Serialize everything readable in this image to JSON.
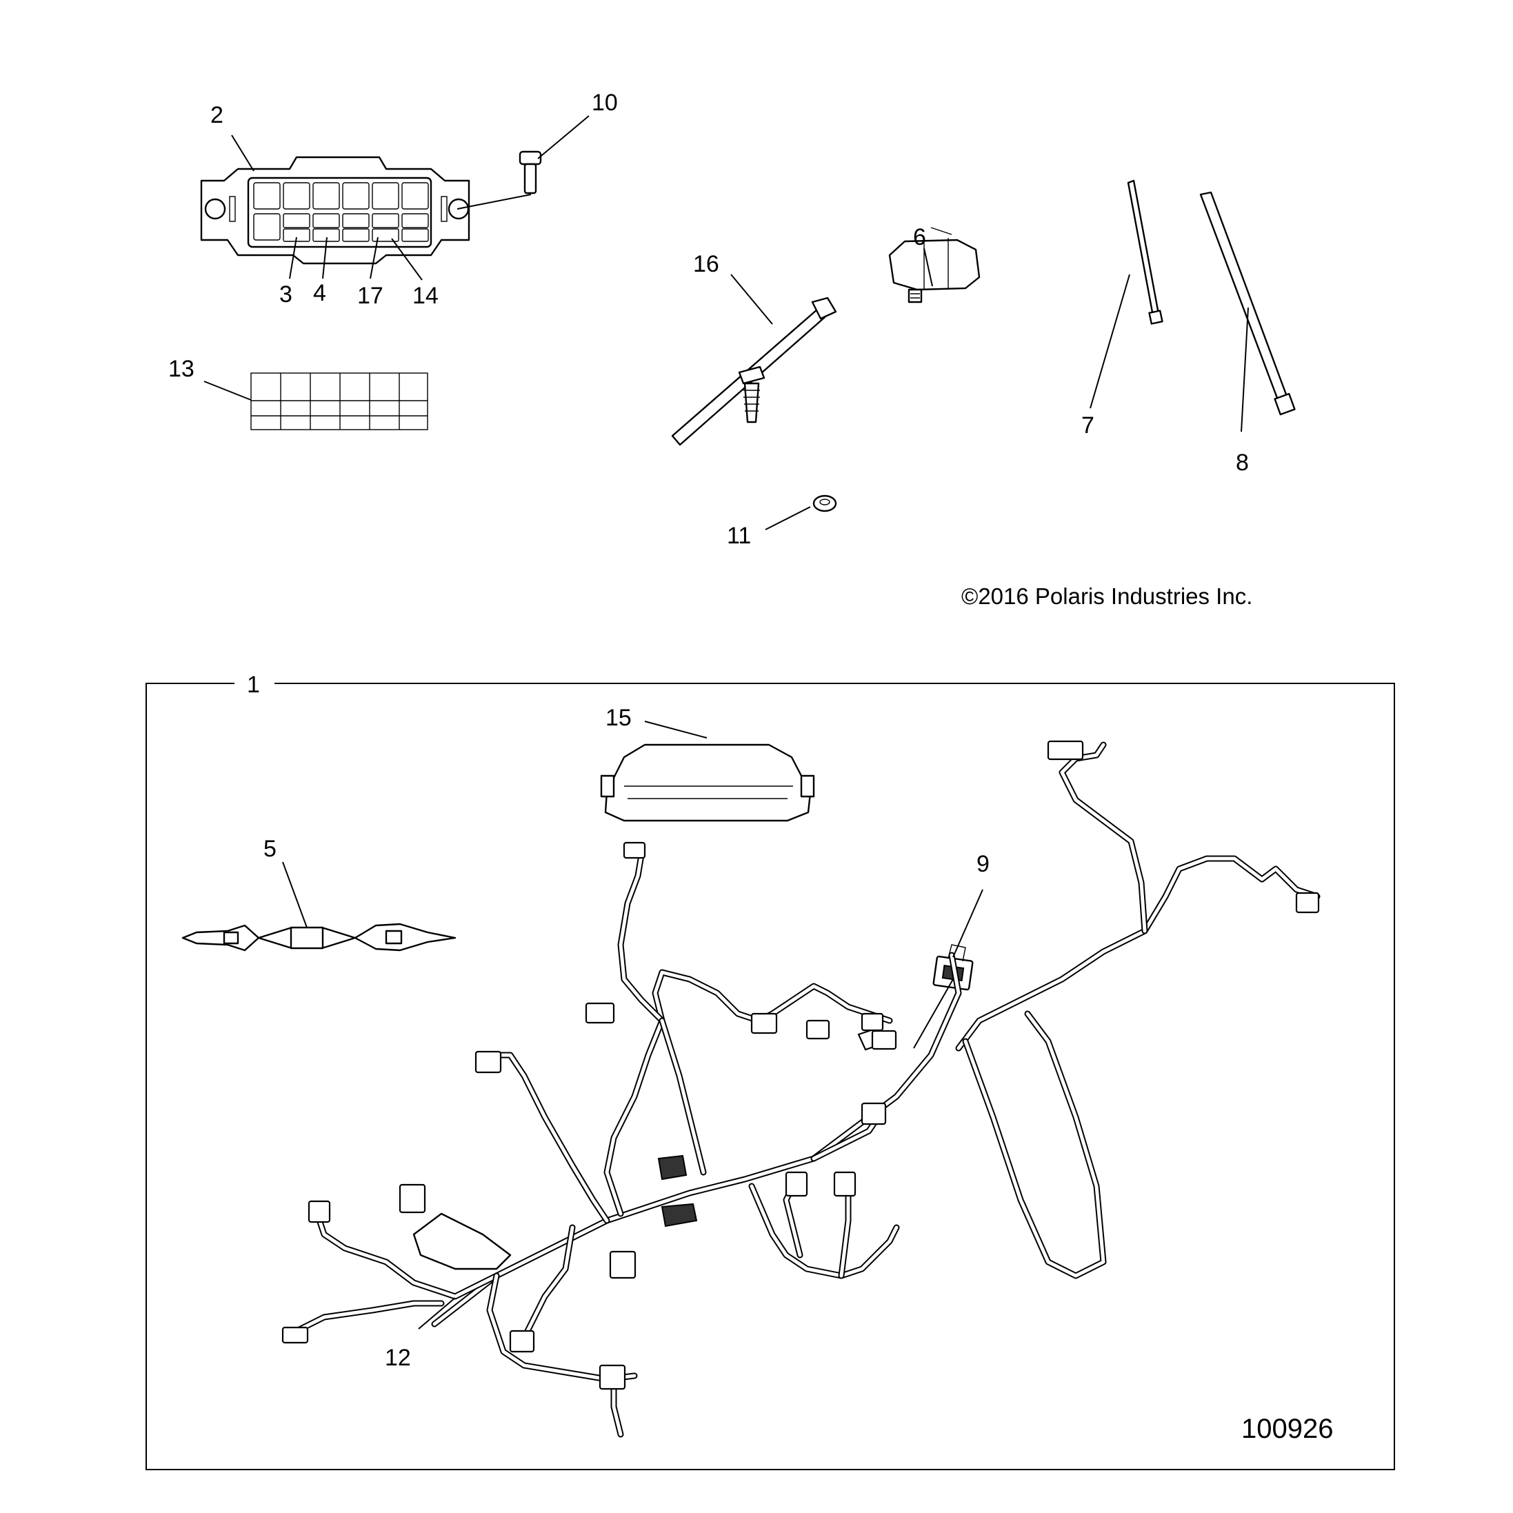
{
  "diagram": {
    "copyright": "©2016 Polaris Industries Inc.",
    "figure_number": "100926",
    "callouts": {
      "c1": "1",
      "c2": "2",
      "c3": "3",
      "c4": "4",
      "c5": "5",
      "c6": "6",
      "c7": "7",
      "c8": "8",
      "c9": "9",
      "c10": "10",
      "c11": "11",
      "c12": "12",
      "c13": "13",
      "c14": "14",
      "c15": "15",
      "c16": "16",
      "c17": "17"
    }
  }
}
